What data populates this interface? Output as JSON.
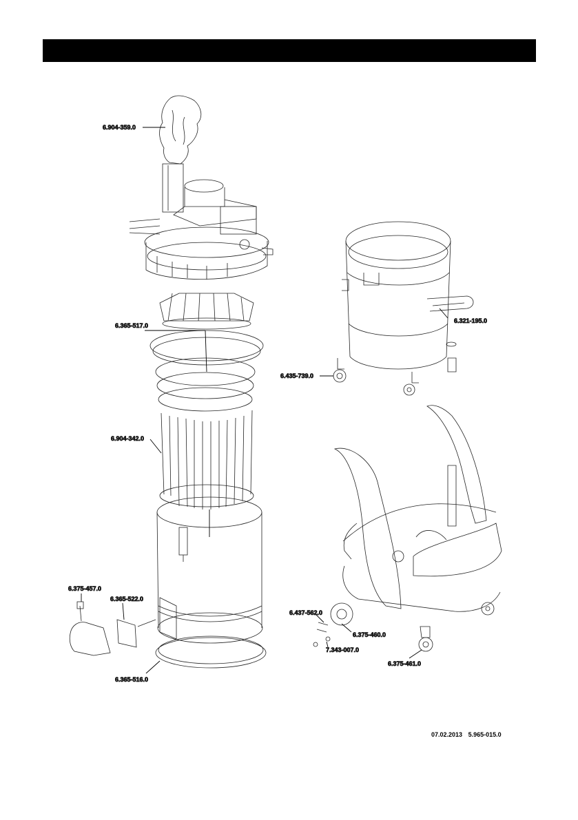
{
  "header": {
    "color": "#000000"
  },
  "parts": [
    "6.904-359.0",
    "6.365-517.0",
    "6.904-342.0",
    "6.375-457.0",
    "6.365-522.0",
    "6.365-516.0",
    "6.321-195.0",
    "6.435-739.0",
    "6.437-562.0",
    "6.375-460.0",
    "7.343-007.0",
    "6.375-461.0"
  ],
  "footer": {
    "date": "07.02.2013",
    "doc_number": "5.965-015.0"
  }
}
